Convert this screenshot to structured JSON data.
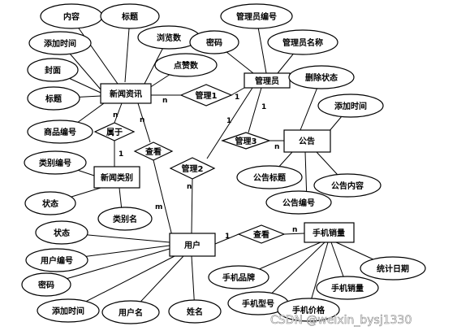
{
  "entities": {
    "news": "新闻资讯",
    "admin": "管理员",
    "notice": "公告",
    "news_category": "新闻类别",
    "user": "用户",
    "phone_sales": "手机销量"
  },
  "relationships": {
    "manage1": "管理1",
    "manage2": "管理2",
    "manage3": "管理3",
    "belongs": "属于",
    "view": "查看",
    "view2": "查看"
  },
  "attributes": {
    "news_content": "内容",
    "news_title": "标题",
    "news_addtime": "添加时间",
    "news_views": "浏览数",
    "news_cover": "封面",
    "news_likes": "点赞数",
    "news_label": "标题",
    "news_product_no": "商品编号",
    "admin_no": "管理员编号",
    "admin_password": "密码",
    "admin_name": "管理员名称",
    "notice_delete_status": "删除状态",
    "notice_addtime": "添加时间",
    "notice_title": "公告标题",
    "notice_content": "公告内容",
    "notice_no": "公告编号",
    "cat_no": "类别编号",
    "cat_status": "状态",
    "cat_name": "类别名",
    "user_status": "状态",
    "user_no": "用户编号",
    "user_password": "密码",
    "user_addtime": "添加时间",
    "user_username": "用户名",
    "user_name": "姓名",
    "sales_brand": "手机品牌",
    "sales_model": "手机型号",
    "sales_price": "手机价格",
    "sales_volume": "手机销量",
    "sales_date": "统计日期"
  },
  "cardinalities": {
    "news_manage1": "n",
    "admin_manage1": "1",
    "admin_manage2": "1",
    "admin_manage3": "1",
    "notice_manage3": "n",
    "news_belongs": "n",
    "cat_belongs": "1",
    "news_view": "n",
    "user_view": "m",
    "user_manage2": "n",
    "user_view2": "1",
    "sales_view2": "n"
  },
  "watermark": "CSDN @weixin_bysj1330"
}
